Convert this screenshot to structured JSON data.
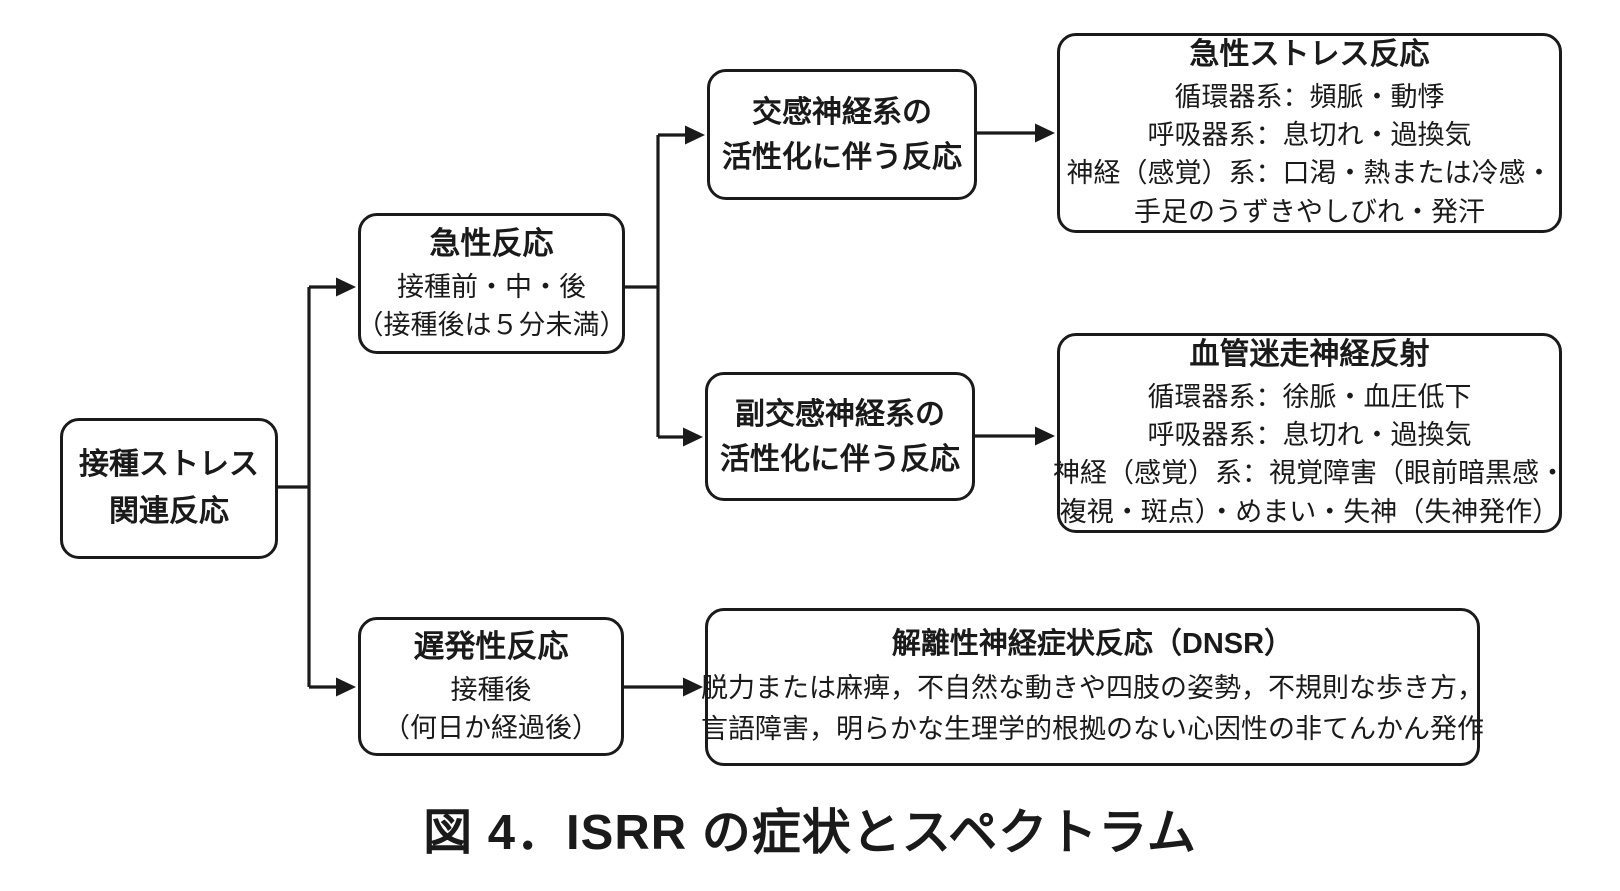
{
  "figure": {
    "caption": "図 4．ISRR の症状とスペクトラム",
    "colors": {
      "ink": "#1a1a1a",
      "background": "#ffffff"
    },
    "nodes": {
      "root": {
        "title": "接種ストレス\n関連反応"
      },
      "acute": {
        "title": "急性反応",
        "body": "接種前・中・後\n（接種後は５分未満）"
      },
      "delayed": {
        "title": "遅発性反応",
        "body": "接種後\n（何日か経過後）"
      },
      "sympathetic": {
        "title": "交感神経系の\n活性化に伴う反応"
      },
      "parasympathetic": {
        "title": "副交感神経系の\n活性化に伴う反応"
      },
      "acute_stress": {
        "title": "急性ストレス反応",
        "body": "循環器系：頻脈・動悸\n呼吸器系：息切れ・過換気\n神経（感覚）系：口渇・熱または冷感・\n手足のうずきやしびれ・発汗"
      },
      "vasovagal": {
        "title": "血管迷走神経反射",
        "body": "循環器系：徐脈・血圧低下\n呼吸器系：息切れ・過換気\n神経（感覚）系：視覚障害（眼前暗黒感・\n複視・斑点）・めまい・失神（失神発作）"
      },
      "dnsr": {
        "title": "解離性神経症状反応（DNSR）",
        "body": "脱力または麻痺，不自然な動きや四肢の姿勢，不規則な歩き方，\n言語障害，明らかな生理学的根拠のない心因性の非てんかん発作"
      }
    }
  }
}
